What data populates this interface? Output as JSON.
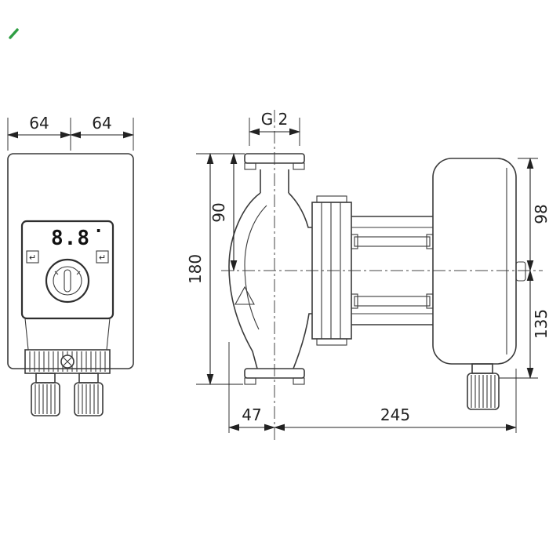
{
  "drawing": {
    "type": "pump dimensional drawing, front and side view",
    "colors": {
      "line": "#3a3a3a",
      "text": "#1f1f1f",
      "accent_green": "#2f9e44"
    },
    "display": {
      "value": "8.8",
      "dot": "·"
    },
    "icons": {
      "left_button": "↵",
      "right_button": "↵"
    },
    "dims": {
      "front_left": "64",
      "front_right": "64",
      "port_thread": "G 2",
      "flange_to_axis": "90",
      "port_length": "180",
      "axis_to_top": "98",
      "axis_to_bottom": "135",
      "axis_to_front": "47",
      "axis_to_rear": "245"
    }
  }
}
